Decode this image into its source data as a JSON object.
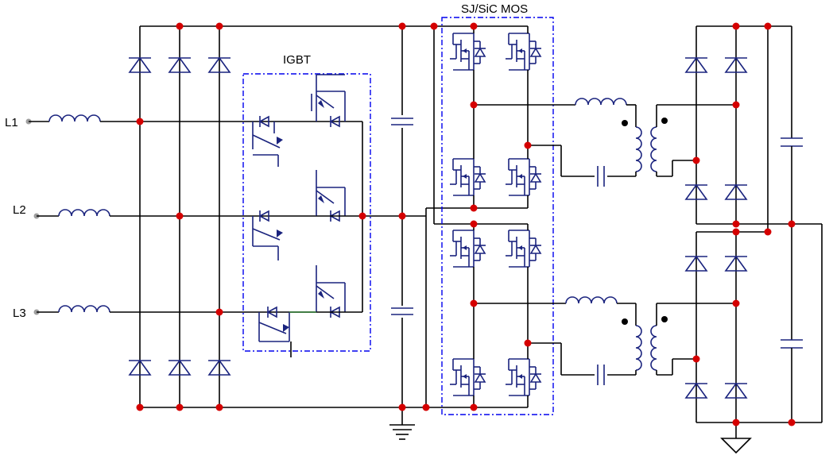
{
  "inputs": [
    {
      "label": "L1"
    },
    {
      "label": "L2"
    },
    {
      "label": "L3"
    }
  ],
  "blocks": {
    "igbt_label": "IGBT",
    "mos_label": "SJ/SiC MOS"
  },
  "colors": {
    "wire": "#000000",
    "component": "#1a237e",
    "junction": "#d50000",
    "block_outline": "#0000ee",
    "terminal": "#9e9e9e"
  },
  "symbols": [
    "inductor",
    "diode",
    "igbt",
    "mosfet",
    "capacitor",
    "transformer",
    "ground",
    "junction-dot"
  ]
}
